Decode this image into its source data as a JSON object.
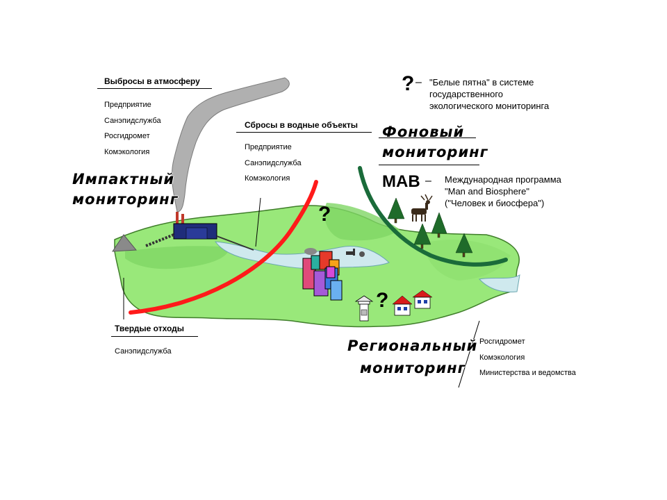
{
  "emissions": {
    "title": "Выбросы в атмосферу",
    "items": [
      "Предприятие",
      "Санэпидслужба",
      "Росгидромет",
      "Комэкология"
    ]
  },
  "discharges": {
    "title": "Сбросы в водные объекты",
    "items": [
      "Предприятие",
      "Санэпидслужба",
      "Комэкология"
    ]
  },
  "solid_waste": {
    "title": "Твердые отходы",
    "items": [
      "Санэпидслужба"
    ]
  },
  "regional": {
    "title_line1": "Региональный",
    "title_line2": "мониторинг",
    "items": [
      "Росгидромет",
      "Комэкология",
      "Министерства и ведомства"
    ]
  },
  "impact": {
    "line1": "Импактный",
    "line2": "мониторинг"
  },
  "background": {
    "line1": "Фоновый",
    "line2": "мониторинг"
  },
  "white_spots": {
    "mark": "?",
    "dash": "–",
    "lines": [
      "\"Белые пятна\" в системе",
      "государственного",
      "экологического мониторинга"
    ]
  },
  "mab": {
    "label": "МАВ",
    "dash": "–",
    "lines": [
      "Международная программа",
      "\"Man and Biosphere\"",
      "(\"Человек и биосфера\")"
    ]
  },
  "question_mark": "?",
  "colors": {
    "land": "#99e87a",
    "land_edge": "#3f7d2a",
    "water": "#cfe9ee",
    "smoke": "#b0b0b0",
    "impact_arc": "#ff1a1a",
    "background_arc": "#1a6b3a",
    "tree": "#1f6b2a",
    "house_roof": "#d81b1b"
  }
}
